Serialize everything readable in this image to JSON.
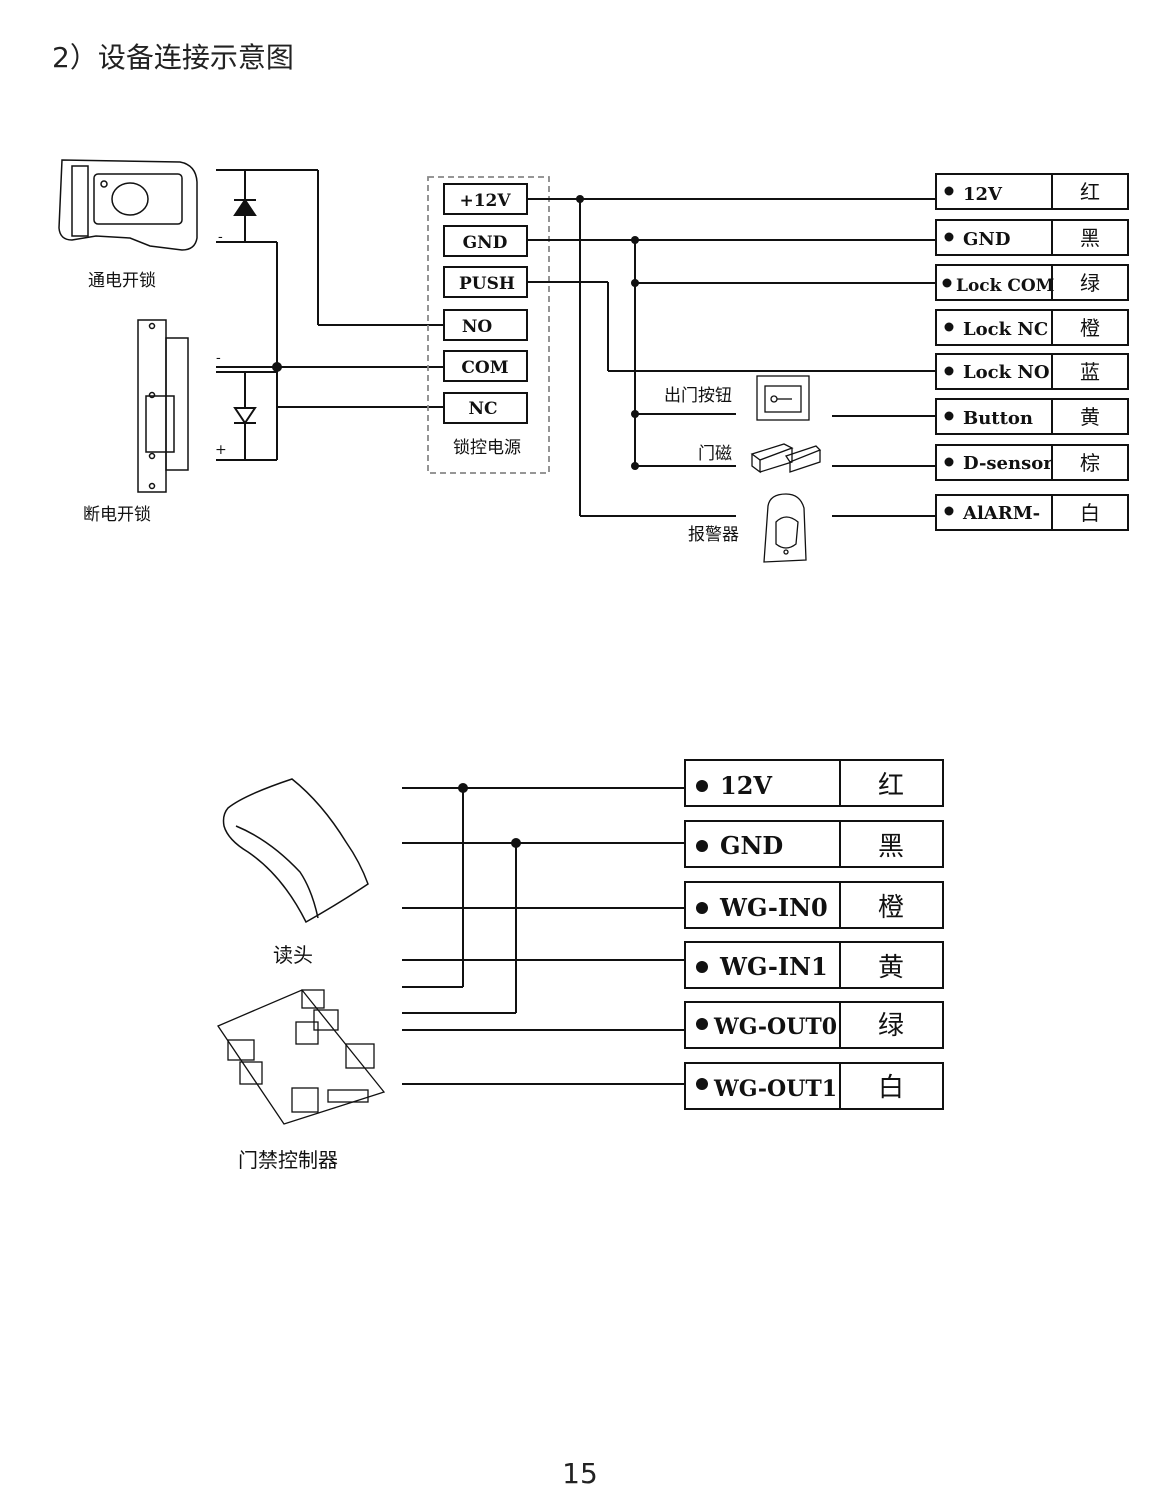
{
  "title": "2）设备连接示意图",
  "page_number": "15",
  "diagram1": {
    "powered_lock_label": "通电开锁",
    "unpowered_lock_label": "断电开锁",
    "minus_sign": "-",
    "plus_sign": "+",
    "psu_label": "锁控电源",
    "psu_terminals": [
      "+12V",
      "GND",
      "PUSH",
      "NO",
      "COM",
      "NC"
    ],
    "exit_button_label": "出门按钮",
    "door_sensor_label": "门磁",
    "alarm_label": "报警器",
    "wires": [
      {
        "name": "12V",
        "color": "红"
      },
      {
        "name": "GND",
        "color": "黑"
      },
      {
        "name": "Lock COM",
        "color": "绿"
      },
      {
        "name": "Lock NC",
        "color": "橙"
      },
      {
        "name": "Lock NO",
        "color": "蓝"
      },
      {
        "name": "Button",
        "color": "黄"
      },
      {
        "name": "D-sensor",
        "color": "棕"
      },
      {
        "name": "AlARM-",
        "color": "白"
      }
    ]
  },
  "diagram2": {
    "reader_label": "读头",
    "controller_label": "门禁控制器",
    "wires": [
      {
        "name": "12V",
        "color": "红"
      },
      {
        "name": "GND",
        "color": "黑"
      },
      {
        "name": "WG-IN0",
        "color": "橙"
      },
      {
        "name": "WG-IN1",
        "color": "黄"
      },
      {
        "name": "WG-OUT0",
        "color": "绿"
      },
      {
        "name": "WG-OUT1",
        "color": "白"
      }
    ]
  }
}
